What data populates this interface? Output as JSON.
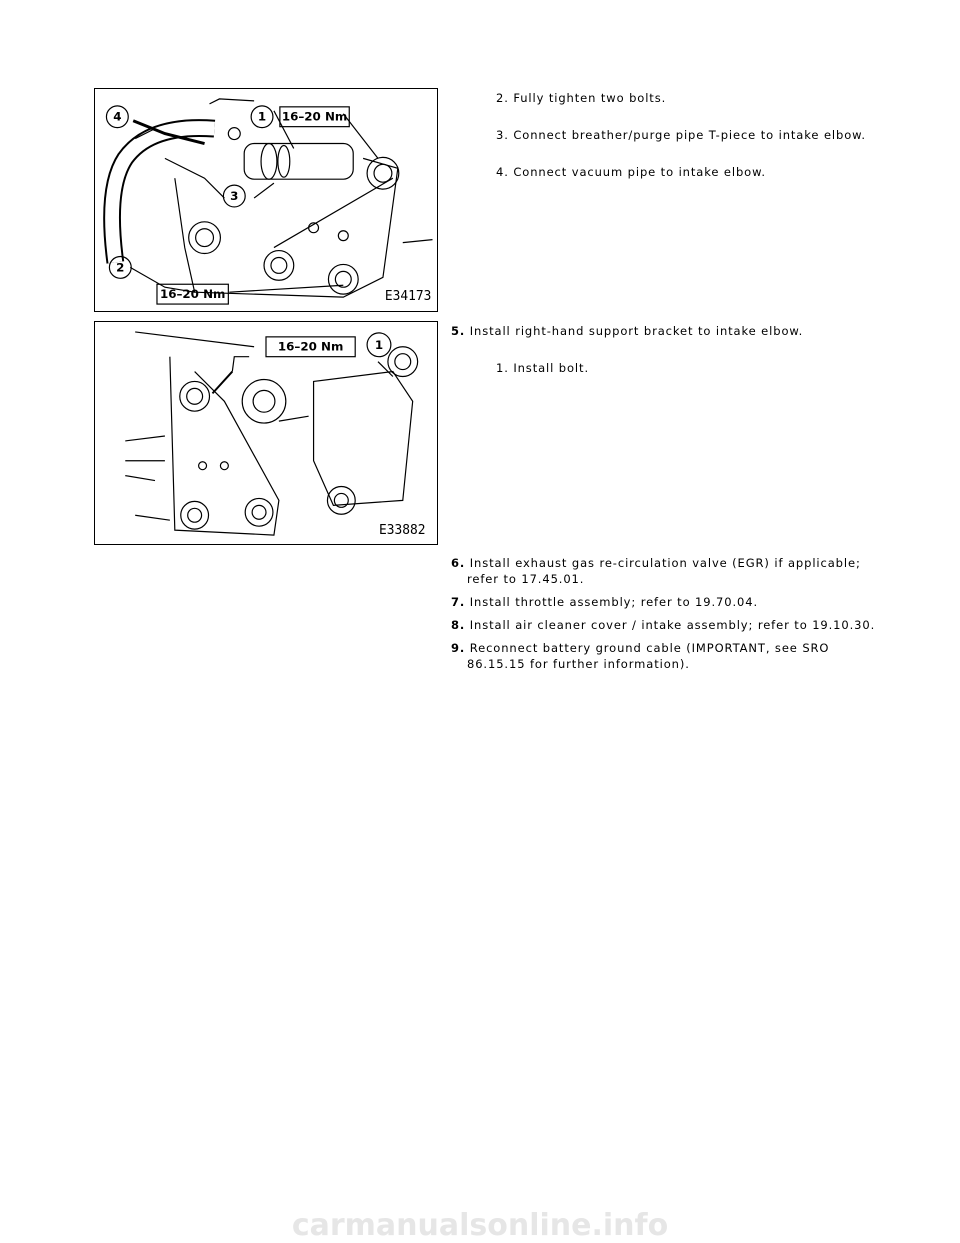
{
  "figures": [
    {
      "code": "E34173",
      "callouts": [
        "1",
        "2",
        "3",
        "4"
      ],
      "torque_labels": [
        "16–20 Nm",
        "16–20 Nm"
      ]
    },
    {
      "code": "E33882",
      "callouts": [
        "1"
      ],
      "torque_labels": [
        "16–20 Nm"
      ]
    }
  ],
  "sub_steps_a": [
    "2. Fully tighten two bolts.",
    "3. Connect breather/purge pipe T-piece to intake elbow.",
    "4. Connect vacuum pipe to intake elbow."
  ],
  "step5": {
    "num": "5.",
    "text": "Install right-hand support bracket to intake elbow."
  },
  "sub_steps_b": [
    "1. Install bolt."
  ],
  "steps": [
    {
      "num": "6.",
      "text": "Install exhaust gas re-circulation valve (EGR) if applicable;",
      "cont": "refer to 17.45.01."
    },
    {
      "num": "7.",
      "text": "Install throttle assembly; refer to 19.70.04."
    },
    {
      "num": "8.",
      "text": "Install air cleaner cover / intake assembly; refer to 19.10.30."
    },
    {
      "num": "9.",
      "text": "Reconnect battery ground cable (IMPORTANT, see SRO",
      "cont": "86.15.15 for further information)."
    }
  ],
  "watermark": "carmanualsonline.info"
}
